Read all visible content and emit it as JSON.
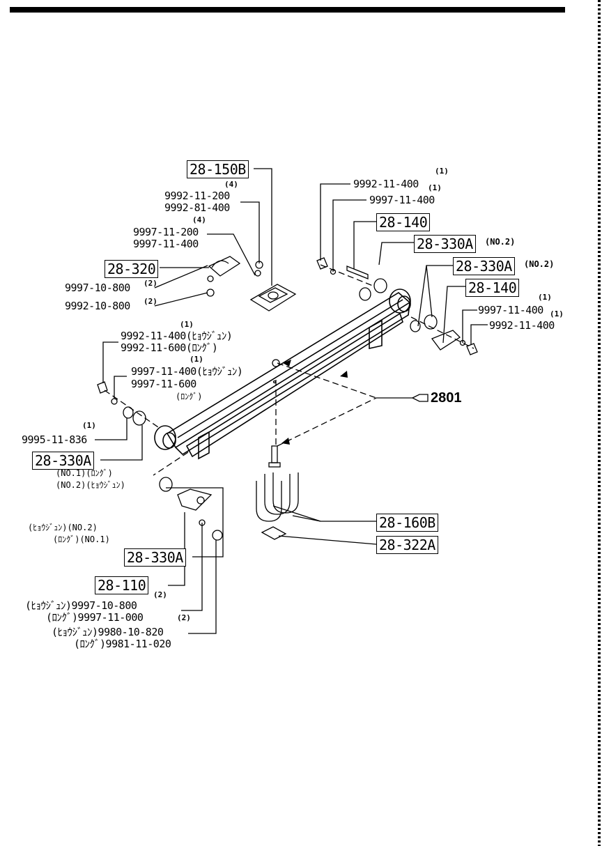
{
  "page": {
    "boxes": {
      "b150B": "28-150B",
      "b320": "28-320",
      "b140a": "28-140",
      "b330a1": "28-330A",
      "b330a2": "28-330A",
      "b140b": "28-140",
      "b330aL": "28-330A",
      "b330aB": "28-330A",
      "b110": "28-110",
      "b160B": "28-160B",
      "b322A": "28-322A"
    },
    "ref": "2801",
    "top": {
      "q4a": "(4)",
      "p1": "9992-11-200",
      "p2": "9992-81-400",
      "q4b": "(4)",
      "p3": "9997-11-200",
      "p4": "9997-11-400",
      "p5": "9997-10-800",
      "q2a": "(2)",
      "p6": "9992-10-800",
      "q2b": "(2)"
    },
    "right": {
      "q1a": "(1)",
      "r1": "9992-11-400",
      "q1b": "(1)",
      "r2": "9997-11-400",
      "no2a": "(NO.2)",
      "no2b": "(NO.2)",
      "q1c": "(1)",
      "r3": "9997-11-400",
      "q1d": "(1)",
      "r4": "9992-11-400"
    },
    "left": {
      "q1a": "(1)",
      "l1": "9992-11-400(ﾋｮｳｼﾞｭﾝ)",
      "l2": "9992-11-600(ﾛﾝｸﾞ)",
      "q1b": "(1)",
      "l3": "9997-11-400(ﾋｮｳｼﾞｭﾝ)",
      "l4": "9997-11-600",
      "l5": "(ﾛﾝｸﾞ)",
      "q1c": "(1)",
      "l6": "9995-11-836",
      "n1": "(NO.1)(ﾛﾝｸﾞ)",
      "n2": "(NO.2)(ﾋｮｳｼﾞｭﾝ)"
    },
    "bottom": {
      "n1": "(ﾋｮｳｼﾞｭﾝ)(NO.2)",
      "n2": "(ﾛﾝｸﾞ)(NO.1)",
      "q2a": "(2)",
      "b1": "(ﾋｮｳｼﾞｭﾝ)9997-10-800",
      "b2": "(ﾛﾝｸﾞ)9997-11-000",
      "q2b": "(2)",
      "b3": "(ﾋｮｳｼﾞｭﾝ)9980-10-820",
      "b4": "(ﾛﾝｸﾞ)9981-11-020"
    }
  }
}
